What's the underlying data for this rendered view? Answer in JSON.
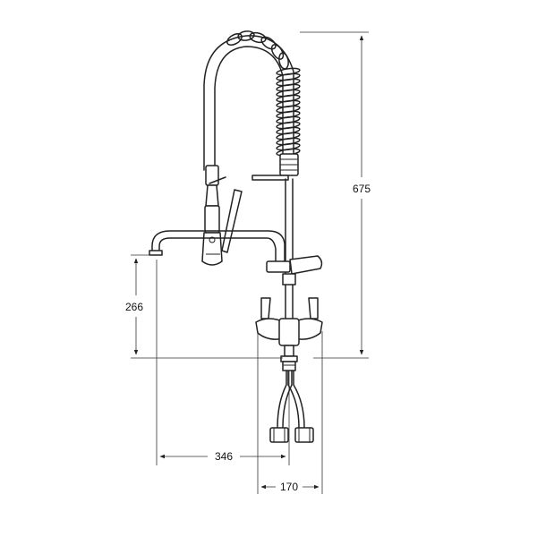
{
  "dimensions": {
    "height_overall": "675",
    "spout_height": "266",
    "spout_reach": "346",
    "base_width": "170"
  },
  "colors": {
    "line": "#222222",
    "background": "#ffffff"
  }
}
